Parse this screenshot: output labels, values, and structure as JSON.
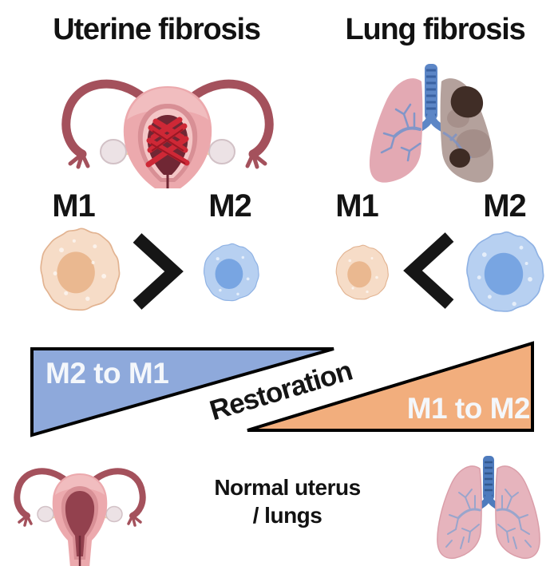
{
  "panels": {
    "uterine": {
      "title": "Uterine fibrosis"
    },
    "lung": {
      "title": "Lung fibrosis"
    }
  },
  "macrophages": {
    "uterine_side": {
      "m1_label": "M1",
      "comparator": ">",
      "m2_label": "M2",
      "dominant": "M1"
    },
    "lung_side": {
      "m1_label": "M1",
      "comparator": "<",
      "m2_label": "M2",
      "dominant": "M2"
    }
  },
  "restoration": {
    "label": "Restoration",
    "blue_triangle_label": "M2 to M1",
    "orange_triangle_label": "M1 to M2",
    "blue_color": "#8EA9DB",
    "orange_color": "#F2AE7D"
  },
  "bottom": {
    "caption_line1": "Normal uterus",
    "caption_line2": "/ lungs"
  },
  "colors": {
    "m1_cell_body": "#F6DCC7",
    "m1_cell_nucleus": "#EAB890",
    "m2_cell_body": "#B7D0F1",
    "m2_cell_nucleus": "#78A5E2",
    "triangle_outline": "#000000",
    "chevron": "#161616",
    "title_text": "#121212"
  },
  "illustrations": {
    "top_left": "fibrotic-uterus",
    "top_right": "fibrotic-lungs",
    "bottom_left": "normal-uterus",
    "bottom_right": "normal-lungs"
  }
}
